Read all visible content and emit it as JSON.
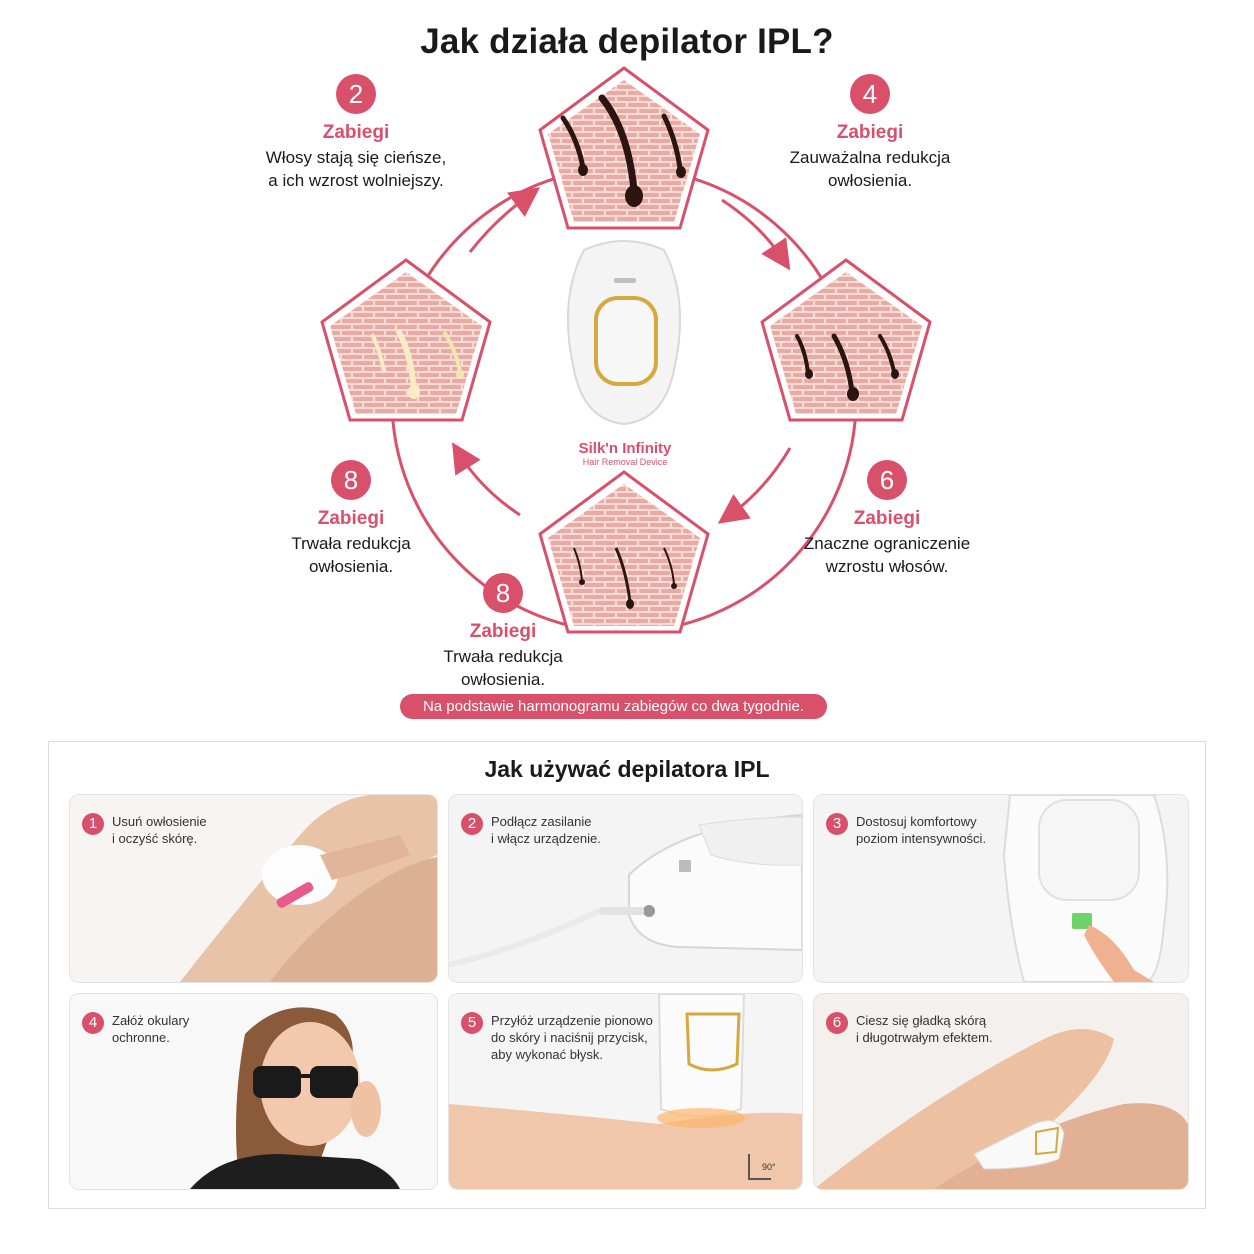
{
  "title": "Jak działa depilator IPL?",
  "device": {
    "brand": "Silk'n Infinity",
    "tagline": "Hair Removal Device"
  },
  "stages": [
    {
      "number": "2",
      "label": "Zabiegi",
      "line1": "Włosy stają się cieńsze,",
      "line2": "a ich wzrost wolniejszy."
    },
    {
      "number": "4",
      "label": "Zabiegi",
      "line1": "Zauważalna redukcja",
      "line2": "owłosienia."
    },
    {
      "number": "6",
      "label": "Zabiegi",
      "line1": "Znaczne ograniczenie",
      "line2": "wzrostu włosów."
    },
    {
      "number": "8",
      "label": "Zabiegi",
      "line1": "Trwała redukcja",
      "line2": "owłosienia."
    },
    {
      "number": "8",
      "label": "Zabiegi",
      "line1": "Trwała redukcja",
      "line2": "owłosienia."
    }
  ],
  "note": "Na podstawie harmonogramu zabiegów co dwa tygodnie.",
  "usage": {
    "title": "Jak używać depilatora IPL",
    "steps": [
      {
        "number": "1",
        "line1": "Usuń owłosienie",
        "line2": "i oczyść skórę."
      },
      {
        "number": "2",
        "line1": "Podłącz zasilanie",
        "line2": "i włącz urządzenie."
      },
      {
        "number": "3",
        "line1": "Dostosuj komfortowy",
        "line2": "poziom intensywności."
      },
      {
        "number": "4",
        "line1": "Załóż okulary",
        "line2": "ochronne."
      },
      {
        "number": "5",
        "line1": "Przyłóż urządzenie pionowo",
        "line2": "do skóry i naciśnij przycisk,",
        "line3": "aby wykonać błysk."
      },
      {
        "number": "6",
        "line1": "Ciesz się gładką skórą",
        "line2": "i długotrwałym efektem."
      }
    ],
    "angle": "90°"
  },
  "colors": {
    "accent": "#d9506b",
    "skin": "#f4cfc9",
    "brick": "#e8a5a0"
  }
}
